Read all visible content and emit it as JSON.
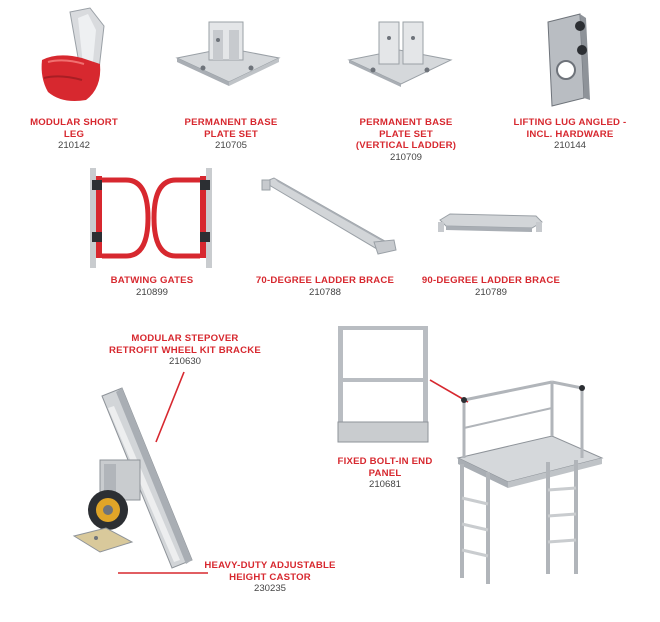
{
  "colors": {
    "accent": "#d7282f",
    "code_text": "#444444",
    "metal": "#c9cccf",
    "metal_dark": "#8e9399"
  },
  "products": [
    {
      "name": "MODULAR SHORT\nLEG",
      "code": "210142",
      "icon": "short-leg"
    },
    {
      "name": "PERMANENT BASE\nPLATE SET",
      "code": "210705",
      "icon": "base-plate"
    },
    {
      "name": "PERMANENT BASE\nPLATE SET\n(VERTICAL LADDER)",
      "code": "210709",
      "icon": "base-plate-vertical"
    },
    {
      "name": "LIFTING LUG ANGLED -\nINCL. HARDWARE",
      "code": "210144",
      "icon": "lifting-lug"
    },
    {
      "name": "BATWING GATES",
      "code": "210899",
      "icon": "batwing-gates"
    },
    {
      "name": "70-DEGREE LADDER BRACE",
      "code": "210788",
      "icon": "ladder-brace-70"
    },
    {
      "name": "90-DEGREE LADDER BRACE",
      "code": "210789",
      "icon": "ladder-brace-90"
    },
    {
      "name": "MODULAR STEPOVER\nRETROFIT WHEEL KIT BRACKE",
      "code": "210630",
      "icon": "wheel-kit-bracket"
    },
    {
      "name": "FIXED BOLT-IN END\nPANEL",
      "code": "210681",
      "icon": "end-panel"
    },
    {
      "name": "HEAVY-DUTY ADJUSTABLE\nHEIGHT CASTOR",
      "code": "230235",
      "icon": "castor"
    }
  ]
}
